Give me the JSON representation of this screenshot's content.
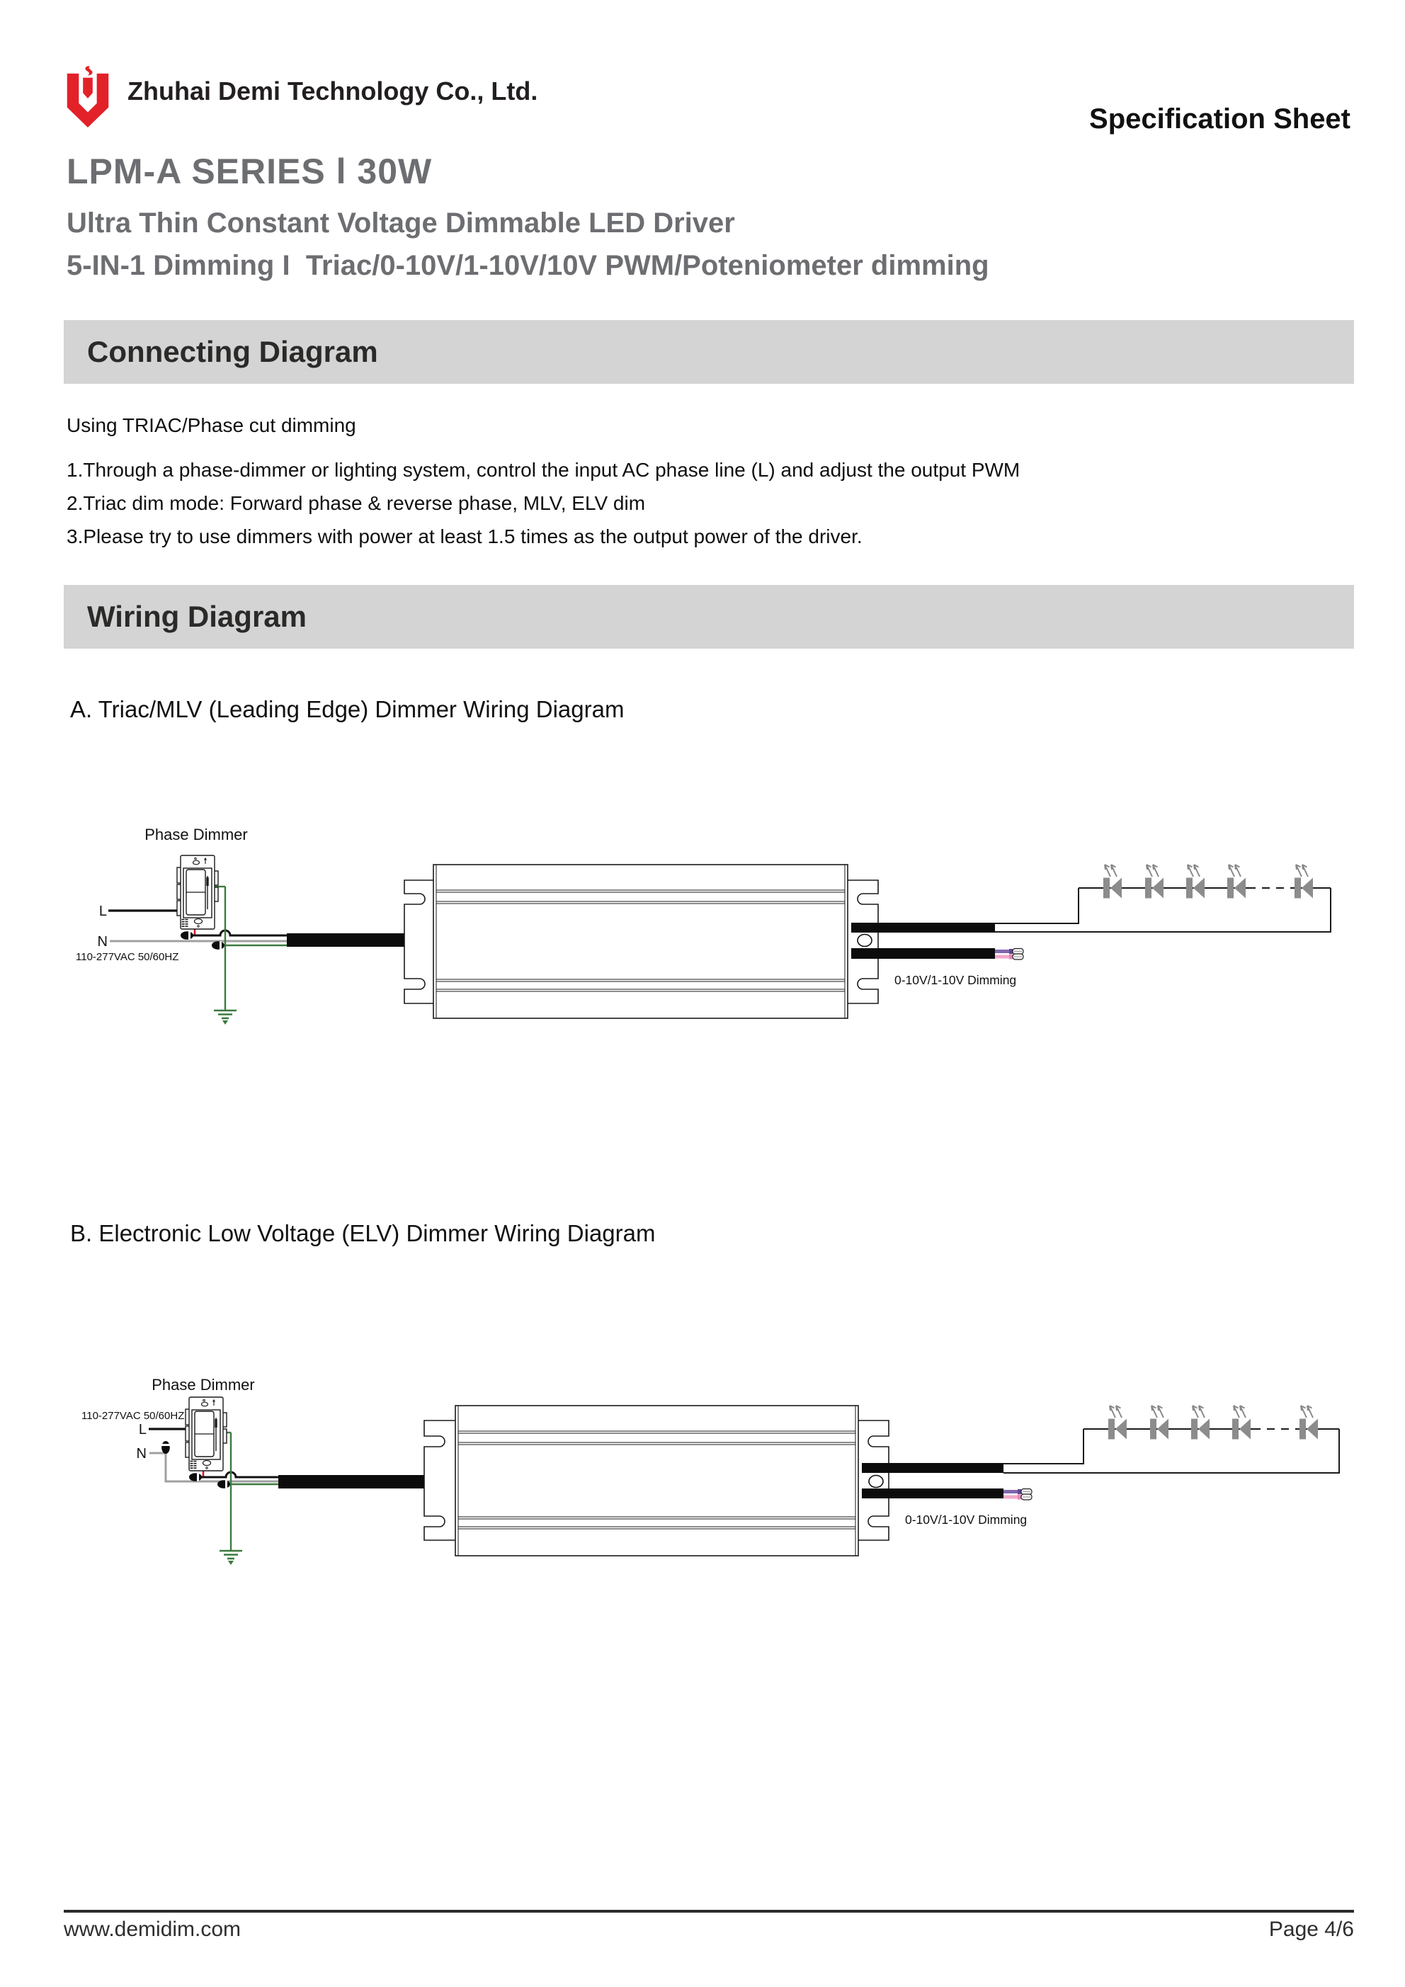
{
  "colors": {
    "logo_red": "#e32129",
    "heading_gray": "#6d6e71",
    "section_bar_bg": "#d4d4d4",
    "wire_black": "#111111",
    "wire_gray": "#a0a0a0",
    "wire_green": "#3a7a3e",
    "wire_red": "#cc2027",
    "wire_purple": "#8166ad",
    "wire_purple_sleeve": "#5b4793",
    "wire_pink": "#f2a7c9",
    "wire_pink_sleeve": "#e387b4",
    "led_gray": "#8c8c8c",
    "arrow_gray": "#888888"
  },
  "header": {
    "company": "Zhuhai Demi Technology Co., Ltd.",
    "sheet_label": "Specification Sheet",
    "series_title": "LPM-A SERIES l 30W",
    "subtitle_1": "Ultra Thin Constant Voltage Dimmable LED Driver",
    "subtitle_2": "5-IN-1 Dimming I  Triac/0-10V/1-10V/10V PWM/Poteniometer dimming"
  },
  "connecting": {
    "title": "Connecting Diagram",
    "intro": "Using TRIAC/Phase cut dimming",
    "items": [
      "1.Through a phase-dimmer or lighting system, control the input AC phase line (L) and adjust the output PWM",
      "2.Triac dim mode: Forward phase & reverse phase, MLV, ELV dim",
      "3.Please try to use dimmers with power at least 1.5 times as the output power of the driver."
    ]
  },
  "wiring": {
    "title": "Wiring Diagram",
    "diagram_a_title": "A. Triac/MLV (Leading Edge) Dimmer Wiring Diagram",
    "diagram_b_title": "B. Electronic Low Voltage (ELV) Dimmer Wiring Diagram"
  },
  "diagram_labels": {
    "phase_dimmer": "Phase Dimmer",
    "input_voltage": "110-277VAC 50/60HZ",
    "line": "L",
    "neutral": "N",
    "dimming_output": "0-10V/1-10V Dimming"
  },
  "footer": {
    "website": "www.demidim.com",
    "page": "Page 4/6"
  }
}
